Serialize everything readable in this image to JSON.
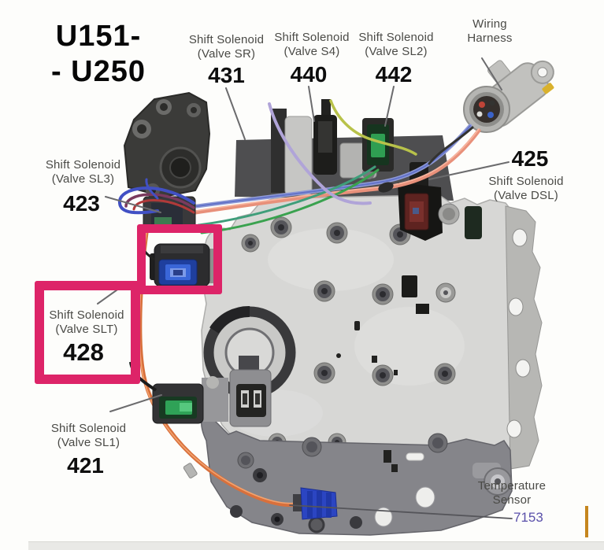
{
  "diagram": {
    "title": {
      "line1": "U151-",
      "line2": "- U250"
    },
    "solenoids": {
      "sr": {
        "label1": "Shift Solenoid",
        "label2": "(Valve SR)",
        "number": "431"
      },
      "s4": {
        "label1": "Shift Solenoid",
        "label2": "(Valve S4)",
        "number": "440"
      },
      "sl2": {
        "label1": "Shift Solenoid",
        "label2": "(Valve SL2)",
        "number": "442"
      },
      "dsl": {
        "label1": "Shift Solenoid",
        "label2": "(Valve DSL)",
        "number": "425"
      },
      "sl3": {
        "label1": "Shift Solenoid",
        "label2": "(Valve SL3)",
        "number": "423"
      },
      "slt": {
        "label1": "Shift Solenoid",
        "label2": "(Valve SLT)",
        "number": "428",
        "highlighted": true
      },
      "sl1": {
        "label1": "Shift Solenoid",
        "label2": "(Valve SL1)",
        "number": "421"
      }
    },
    "wiring_harness": {
      "label1": "Wiring",
      "label2": "Harness"
    },
    "temperature_sensor": {
      "label1": "Temperature",
      "label2": "Sensor",
      "number": "7153"
    },
    "highlight_color": "#dd2468",
    "temp_number_color": "#5a50aa"
  }
}
